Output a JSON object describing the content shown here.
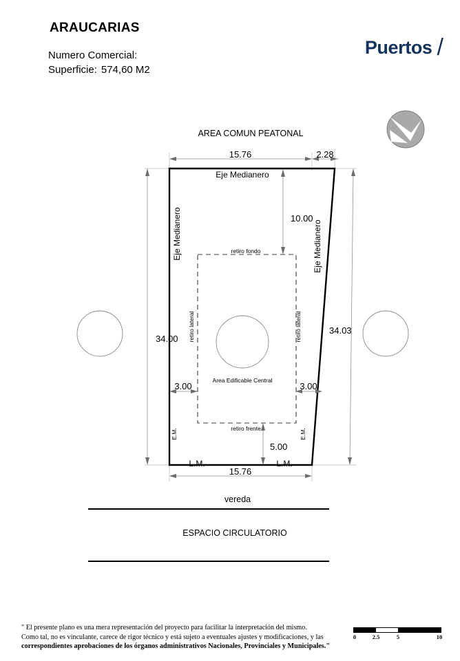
{
  "header": {
    "title": "ARAUCARIAS",
    "commercial_number_label": "Numero Comercial:",
    "commercial_number_value": "",
    "surface_label": "Superficie:",
    "surface_value": "574,60  M2"
  },
  "brand": {
    "name": "Puertos",
    "slash": "/",
    "color": "#14345e"
  },
  "compass": {
    "name": "north-arrow",
    "circle_fill": "#a9a9a9"
  },
  "drawing": {
    "top_area_label": "AREA COMUN PEATONAL",
    "top_edge_label": "Eje Medianero",
    "left_edge_label": "Eje Medianero",
    "right_edge_label": "Eje Medianero",
    "buildable_label": "Area Edificable Central",
    "setback_rear_label": "retiro fondo",
    "setback_front_label": "retiro frente",
    "setback_left_label": "retiro lateral",
    "setback_right_label": "retiro lateral",
    "em_left_label": "E.M.",
    "em_right_label": "E.M.",
    "lm_left_label": "L.M.",
    "lm_right_label": "L.M.",
    "sidewalk_label": "vereda",
    "circulation_label": "ESPACIO CIRCULATORIO"
  },
  "dimensions": {
    "top_main": "15.76",
    "top_extra": "2.28",
    "left_side": "34.00",
    "right_side": "34.03",
    "rear_setback": "10.00",
    "front_setback": "5.00",
    "left_setback": "3.00",
    "right_setback": "3.00",
    "bottom_main": "15.76"
  },
  "footer": {
    "line1": "\" El presente plano es una mera representación del proyecto para facilitar la interpretación del mismo.",
    "line2": "Como tal, no es vinculante, carece de rigor técnico y está sujeto a eventuales ajustes y modificaciones, y las",
    "line3": "correspondientes aprobaciones de los órganos administrativos Nacionales, Provinciales y Municipales.\""
  },
  "scale_bar": {
    "ticks": [
      "0",
      "2.5",
      "5",
      "10"
    ]
  }
}
